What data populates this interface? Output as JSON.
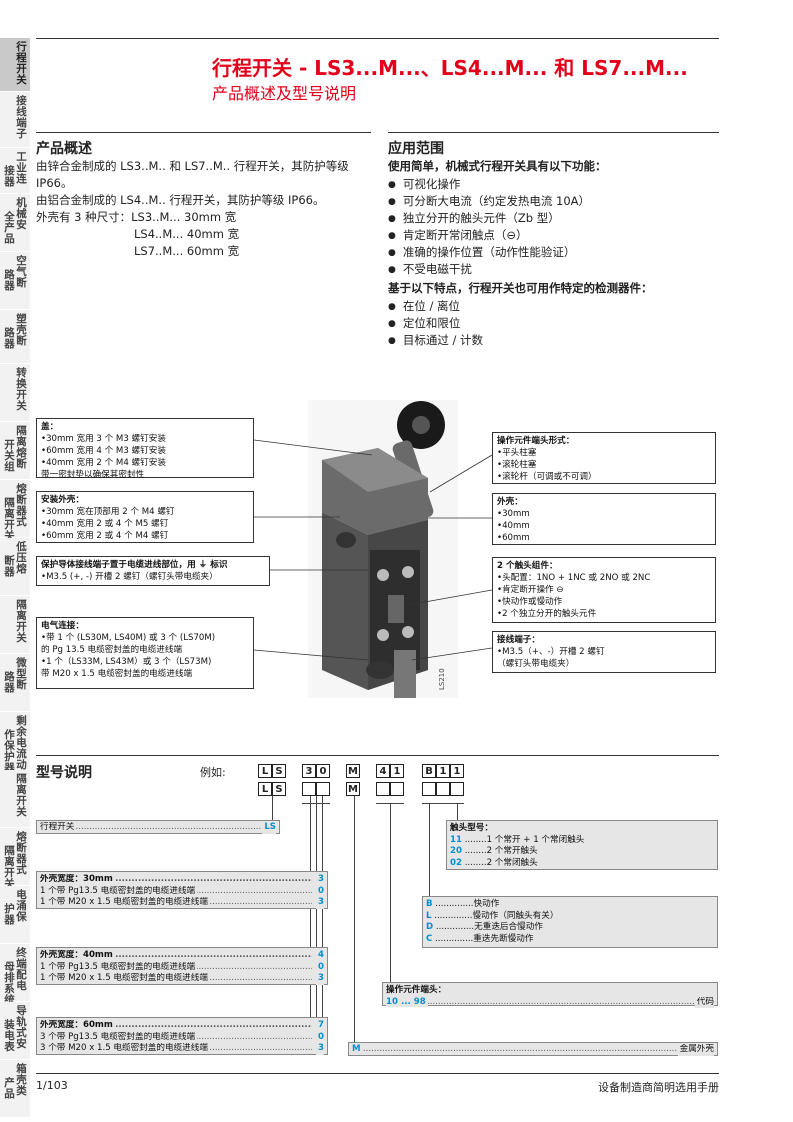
{
  "sidebar": [
    {
      "label": "行程开关",
      "active": true,
      "h": 54
    },
    {
      "label": "接线端子",
      "h": 56
    },
    {
      "label": "工业连接器",
      "h": 46
    },
    {
      "label": "机械安全产品",
      "h": 58
    },
    {
      "label": "空气断路器",
      "h": 58
    },
    {
      "label": "塑壳断路器",
      "h": 54
    },
    {
      "label": "转换开关",
      "h": 58
    },
    {
      "label": "隔离熔断开关组",
      "h": 58
    },
    {
      "label": "熔断器式隔离开关",
      "h": 58
    },
    {
      "label": "低压熔断器",
      "h": 58
    },
    {
      "label": "隔离开关",
      "h": 58
    },
    {
      "label": "微型断路器",
      "h": 58
    },
    {
      "label": "剩余电流动作保护器",
      "h": 58
    },
    {
      "label": "隔离开关",
      "h": 58
    },
    {
      "label": "熔断器式隔离开关",
      "h": 58
    },
    {
      "label": "电涌保护器",
      "h": 58
    },
    {
      "label": "终端配电母排系统",
      "h": 58
    },
    {
      "label": "导轨式安装电表",
      "h": 58
    },
    {
      "label": "箱壳类产品",
      "h": 58
    }
  ],
  "header": {
    "title": "行程开关 - LS3...M...、LS4...M... 和 LS7...M...",
    "subtitle": "产品概述及型号说明"
  },
  "overview": {
    "heading": "产品概述",
    "lines": [
      "由锌合金制成的  LS3..M..  和  LS7..M..  行程开关，其防护等级",
      "IP66。",
      "由铝合金制成的 LS4..M.. 行程开关，其防护等级 IP66。",
      "外壳有 3 种尺寸：LS3..M...  30mm 宽",
      "LS4..M...  40mm 宽",
      "LS7..M...  60mm 宽"
    ]
  },
  "application": {
    "heading": "应用范围",
    "intro": "使用简单，机械式行程开关具有以下功能：",
    "items": [
      "可视化操作",
      "可分断大电流（约定发热电流 10A）",
      "独立分开的触头元件（Zb 型）",
      "肯定断开常闭触点（⊖）",
      "准确的操作位置（动作性能验证）",
      "不受电磁干扰"
    ],
    "intro2": "基于以下特点，行程开关也可用作特定的检测器件：",
    "items2": [
      "在位 / 离位",
      "定位和限位",
      "目标通过 / 计数"
    ]
  },
  "callouts_left": [
    {
      "title": "盖：",
      "lines": [
        "30mm 宽用 3 个 M3 螺钉安装",
        "60mm 宽用 4 个 M3 螺钉安装",
        "40mm 宽用 2 个 M4 螺钉安装"
      ],
      "extra": "带一密封垫以确保其密封性"
    },
    {
      "title": "安装外壳：",
      "lines": [
        "30mm 宽在顶部用 2 个 M4 螺钉",
        "40mm 宽用 2 或 4 个 M5 螺钉",
        "60mm 宽用 2 或 4 个 M4 螺钉"
      ]
    },
    {
      "title": "保护导体接线端子置于电缆进线部位，用 ⏚ 标识",
      "lines": [
        "M3.5 (+, -) 开槽 2 螺钉（螺钉头带电缆夹）"
      ]
    },
    {
      "title": "电气连接：",
      "lines": [
        "带 1 个 (LS30M, LS40M) 或 3 个 (LS70M)",
        "1 个（LS33M, LS43M）或 3 个（LS73M)"
      ],
      "mid": "的 Pg 13.5 电缆密封盖的电缆进线端",
      "extra": "带 M20 x 1.5 电缆密封盖的电缆进线端"
    }
  ],
  "callouts_right": [
    {
      "title": "操作元件端头形式：",
      "lines": [
        "平头柱塞",
        "滚轮柱塞",
        "滚轮杆（可调或不可调）"
      ]
    },
    {
      "title": "外壳：",
      "lines": [
        "30mm",
        "40mm",
        "60mm"
      ]
    },
    {
      "title": "2 个触头组件：",
      "lines": [
        "头配置：1NO + 1NC 或 2NO 或 2NC",
        "肯定断开操作 ⊖",
        "快动作或慢动作",
        "2 个独立分开的触头元件"
      ]
    },
    {
      "title": "接线端子：",
      "lines": [
        "M3.5（+、-）开槽 2 螺钉"
      ],
      "extra": "（螺钉头带电缆夹）"
    }
  ],
  "photo_code": "LS210",
  "model": {
    "heading": "型号说明",
    "example_label": "例如:",
    "example_cells": [
      "L",
      "S",
      "3",
      "0",
      "M",
      "4",
      "1",
      "B",
      "1",
      "1"
    ],
    "template_cells": [
      "L",
      "S",
      "",
      "",
      "M",
      "",
      "",
      "",
      "",
      ""
    ],
    "switch_row": {
      "label": "行程开关",
      "code": "LS"
    },
    "w30": {
      "title": "外壳宽度：30mm",
      "code": "3",
      "rows": [
        {
          "label": "1 个带 Pg13.5 电缆密封盖的电缆进线端",
          "code": "0"
        },
        {
          "label": "1 个带 M20 x 1.5 电缆密封盖的电缆进线端",
          "code": "3"
        }
      ]
    },
    "w40": {
      "title": "外壳宽度：40mm",
      "code": "4",
      "rows": [
        {
          "label": "1 个带 Pg13.5 电缆密封盖的电缆进线端",
          "code": "0"
        },
        {
          "label": "1 个带 M20 x 1.5 电缆密封盖的电缆进线端",
          "code": "3"
        }
      ]
    },
    "w60": {
      "title": "外壳宽度：60mm",
      "code": "7",
      "rows": [
        {
          "label": "3 个带 Pg13.5 电缆密封盖的电缆进线端",
          "code": "0"
        },
        {
          "label": "3 个带 M20 x 1.5 电缆密封盖的电缆进线端",
          "code": "3"
        }
      ]
    },
    "contacts": {
      "title": "触头型号：",
      "rows": [
        {
          "code": "11",
          "label": "1 个常开 + 1 个常闭触头"
        },
        {
          "code": "20",
          "label": "2 个常开触头"
        },
        {
          "code": "02",
          "label": "2 个常闭触头"
        }
      ]
    },
    "action": {
      "rows": [
        {
          "code": "B",
          "label": "快动作"
        },
        {
          "code": "L",
          "label": "慢动作（同触头有关）"
        },
        {
          "code": "D",
          "label": "无重迭后合慢动作"
        },
        {
          "code": "C",
          "label": "重迭先断慢动作"
        }
      ]
    },
    "head": {
      "title": "操作元件端头：",
      "code": "10 ... 98",
      "label": "代码"
    },
    "metal": {
      "code": "M",
      "label": "金属外壳"
    }
  },
  "footer": {
    "page": "1/103",
    "book": "设备制造商简明选用手册"
  }
}
